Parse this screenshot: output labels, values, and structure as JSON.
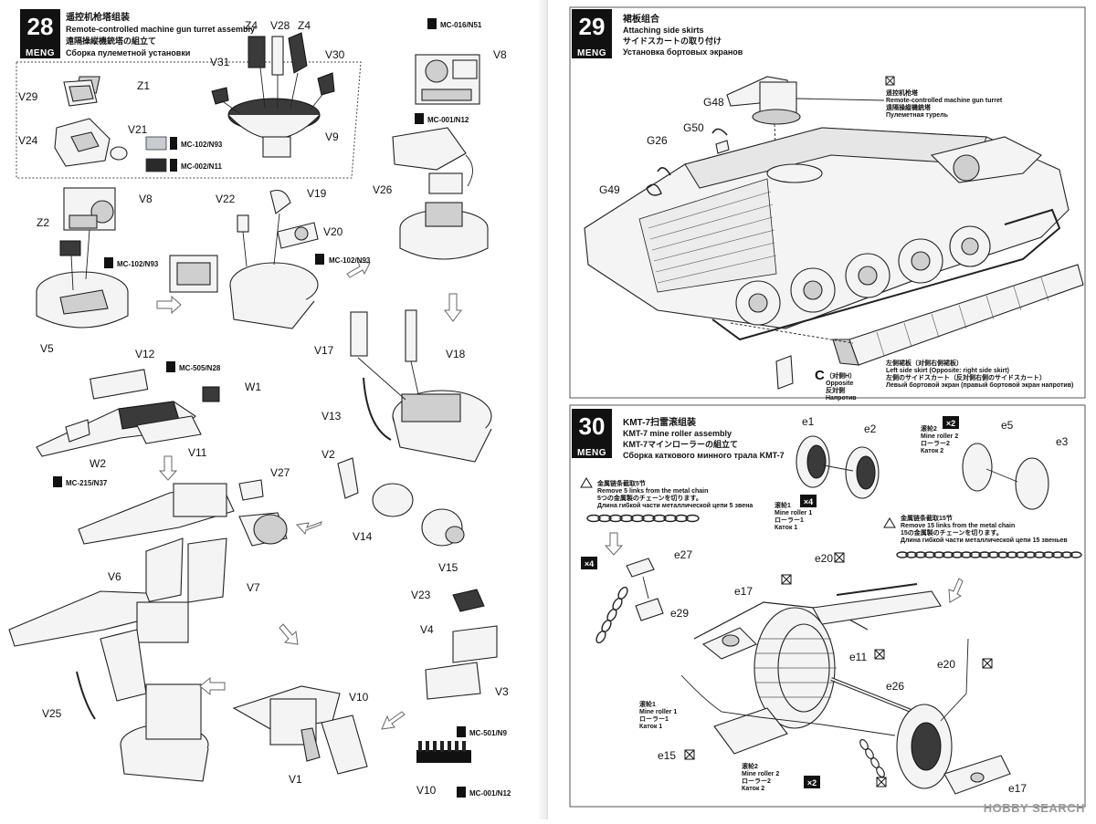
{
  "step28": {
    "number": "28",
    "brand": "MENG",
    "title_cn": "遥控机枪塔组装",
    "title_en": "Remote-controlled machine gun turret assembly",
    "title_jp": "遠隔操縦機銃塔の組立て",
    "title_ru": "Сборка пулеметной установки",
    "labels": {
      "Z4a": "Z4",
      "V28": "V28",
      "Z4b": "Z4",
      "V31": "V31",
      "V30": "V30",
      "Z1": "Z1",
      "V29": "V29",
      "V9": "V9",
      "V24": "V24",
      "V21": "V21",
      "V8a": "V8",
      "V8b": "V8",
      "V22": "V22",
      "V19": "V19",
      "V20": "V20",
      "Z2": "Z2",
      "V26": "V26",
      "V5": "V5",
      "V12": "V12",
      "W1": "W1",
      "W2": "W2",
      "V11": "V11",
      "V17": "V17",
      "V18": "V18",
      "V13": "V13",
      "V27": "V27",
      "V2": "V2",
      "V14": "V14",
      "V15": "V15",
      "V6": "V6",
      "V7": "V7",
      "V23": "V23",
      "V4": "V4",
      "V3": "V3",
      "V25": "V25",
      "V10a": "V10",
      "V1": "V1",
      "V10b": "V10"
    },
    "legend": [
      {
        "swatch": "#c8ccd2",
        "code": "MC-102/N93"
      },
      {
        "swatch": "#2a2a2a",
        "code": "MC-002/N11"
      }
    ],
    "paint_tags": {
      "t1": "MC-016/N51",
      "t2": "MC-001/N12",
      "t3": "MC-102/N93",
      "t4": "MC-102/N93",
      "t5": "MC-505/N28",
      "t6": "MC-215/N37",
      "t7": "MC-501/N9",
      "t8": "MC-001/N12"
    }
  },
  "step29": {
    "number": "29",
    "brand": "MENG",
    "title_cn": "裙板组合",
    "title_en": "Attaching side skirts",
    "title_jp": "サイドスカートの取り付け",
    "title_ru": "Установка бортовых экранов",
    "labels": {
      "G48": "G48",
      "G50": "G50",
      "G26": "G26",
      "G49": "G49",
      "C": "C"
    },
    "turret_note": {
      "cn": "遥控机枪塔",
      "en": "Remote-controlled machine gun turret",
      "jp": "遠隔操縦機銃塔",
      "ru": "Пулеметная турель"
    },
    "opposite_note": {
      "cn": "（对側H）",
      "en": "Opposite",
      "jp": "反対側",
      "ru": "Напротив"
    },
    "skirt_note": {
      "cn": "左側裙板（对側右側裙板）",
      "en": "Left side skirt (Opposite: right side skirt)",
      "jp": "左側のサイドスカート（反対側右側のサイドスカート）",
      "ru": "Левый бортовой экран (правый бортовой экран напротив)"
    }
  },
  "step30": {
    "number": "30",
    "brand": "MENG",
    "title_cn": "KMT-7扫雷滚组装",
    "title_en": "KMT-7 mine roller assembly",
    "title_jp": "KMT-7マインローラーの組立て",
    "title_ru": "Сборка каткового минного трала KMT-7",
    "labels": {
      "e1": "e1",
      "e2": "e2",
      "e5": "e5",
      "e3": "e3",
      "e27": "e27",
      "e29": "e29",
      "e20a": "e20",
      "e17a": "e17",
      "e11": "e11",
      "e20b": "e20",
      "e26": "e26",
      "e15": "e15",
      "e17b": "e17"
    },
    "mult": {
      "x2a": "×2",
      "x4a": "×4",
      "x4b": "×4",
      "x2b": "×2"
    },
    "chain5": {
      "cn": "金属链条截取5节",
      "en": "Remove 5 links from the metal chain",
      "jp": "5つの金属製のチェーンを切ります。",
      "ru": "Длина гибкой части металлической цепи 5 звена"
    },
    "chain15": {
      "cn": "金属链条截取15节",
      "en": "Remove 15 links from the metal chain",
      "jp": "15の金属製のチェーンを切ります。",
      "ru": "Длина гибкой части металлической цепи 15 звеньев"
    },
    "roller1": {
      "cn": "滚轮1",
      "en": "Mine roller 1",
      "jp": "ローラー1",
      "ru": "Каток 1"
    },
    "roller2": {
      "cn": "滚轮2",
      "en": "Mine roller 2",
      "jp": "ローラー2",
      "ru": "Каток 2"
    },
    "roller1b": {
      "cn": "滚轮1",
      "en": "Mine roller 1",
      "jp": "ローラー1",
      "ru": "Каток 1"
    },
    "roller2b": {
      "cn": "滚轮2",
      "en": "Mine roller 2",
      "jp": "ローラー2",
      "ru": "Каток 2"
    },
    "watermark": "HOBBY SEARCH"
  }
}
